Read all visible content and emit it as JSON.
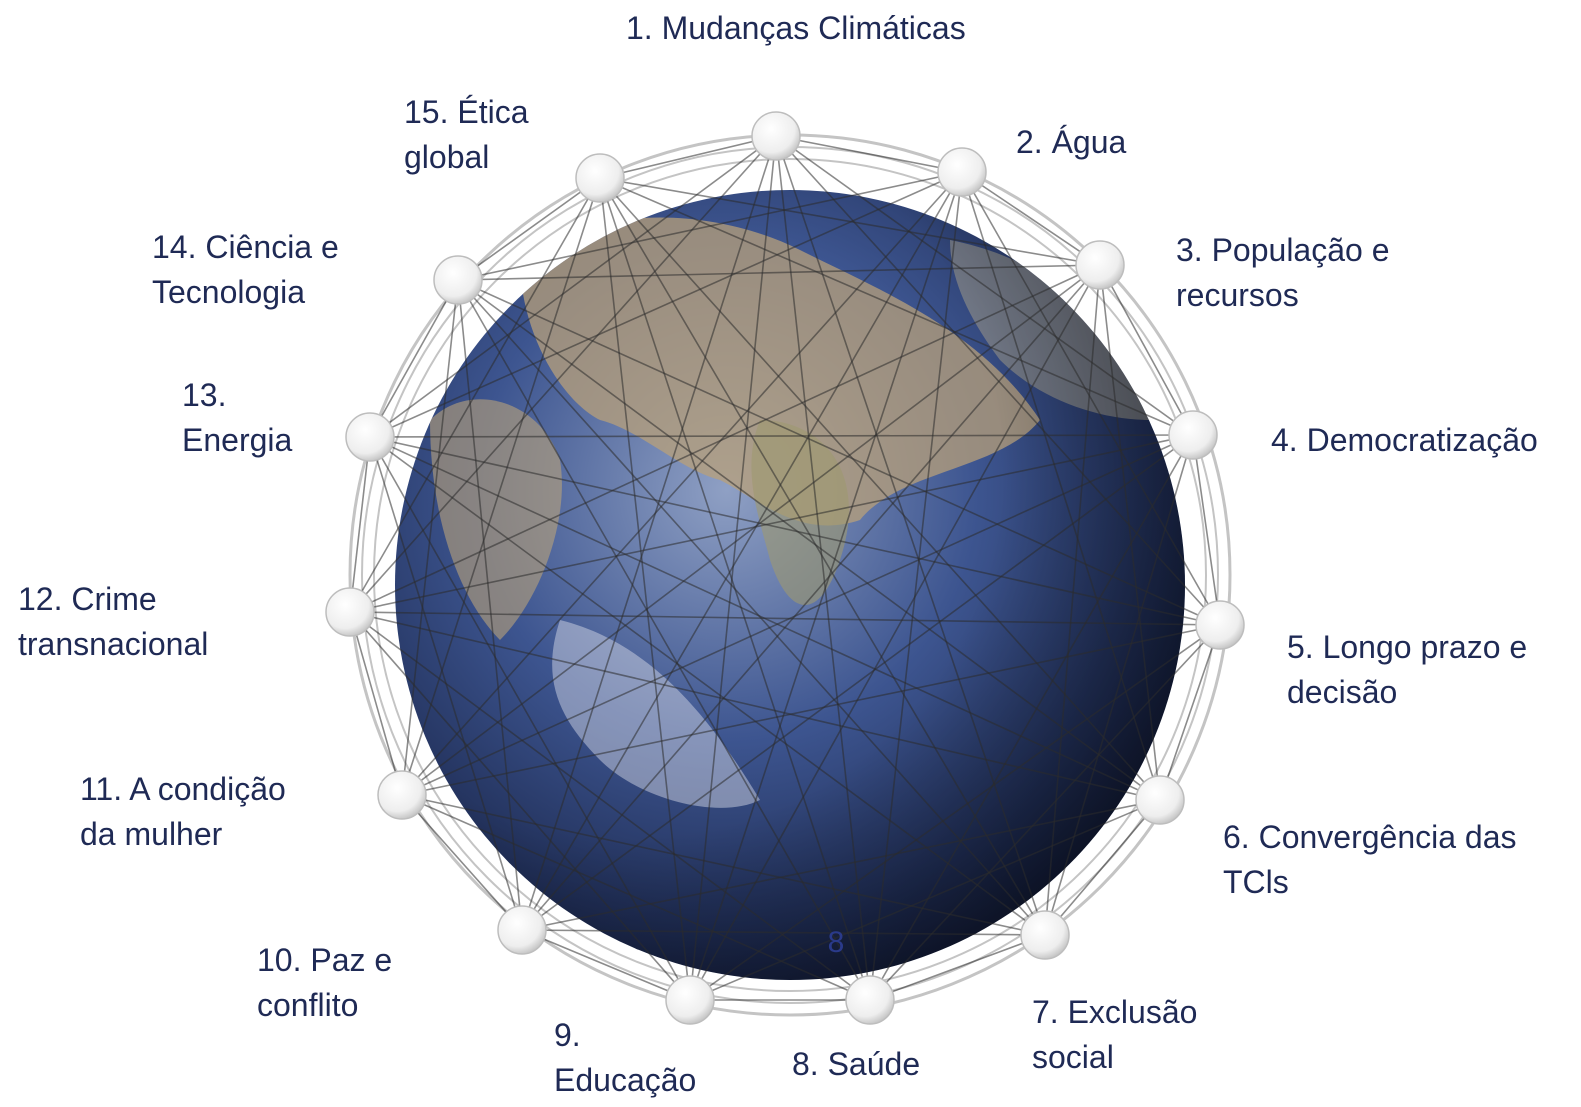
{
  "labels": {
    "n1": [
      "1. Mudanças Climáticas"
    ],
    "n2": [
      "2. Água"
    ],
    "n3": [
      "3. População e",
      "recursos"
    ],
    "n4": [
      "4. Democratização"
    ],
    "n5": [
      "5. Longo prazo e",
      "decisão"
    ],
    "n6": [
      "6. Convergência das",
      "TCls"
    ],
    "n7": [
      "7. Exclusão",
      "social"
    ],
    "n8": [
      "8. Saúde"
    ],
    "n9": [
      "9.",
      "Educação"
    ],
    "n10": [
      "10. Paz e",
      "conflito"
    ],
    "n11": [
      "11. A condição",
      "da mulher"
    ],
    "n12": [
      "12. Crime",
      "transnacional"
    ],
    "n13": [
      "13.",
      "Energia"
    ],
    "n14": [
      "14. Ciência e",
      "Tecnologia"
    ],
    "n15": [
      "15. Ética",
      "global"
    ]
  },
  "globe_marker": "8",
  "colors": {
    "label": "#1f2a55",
    "ocean": "#2b3f78",
    "land": "#b9a27a",
    "ring": "#bdbdbd",
    "lines": "#2b2b2b"
  },
  "icons": {
    "globe": "earth-globe-icon",
    "node": "sphere-node-icon"
  }
}
